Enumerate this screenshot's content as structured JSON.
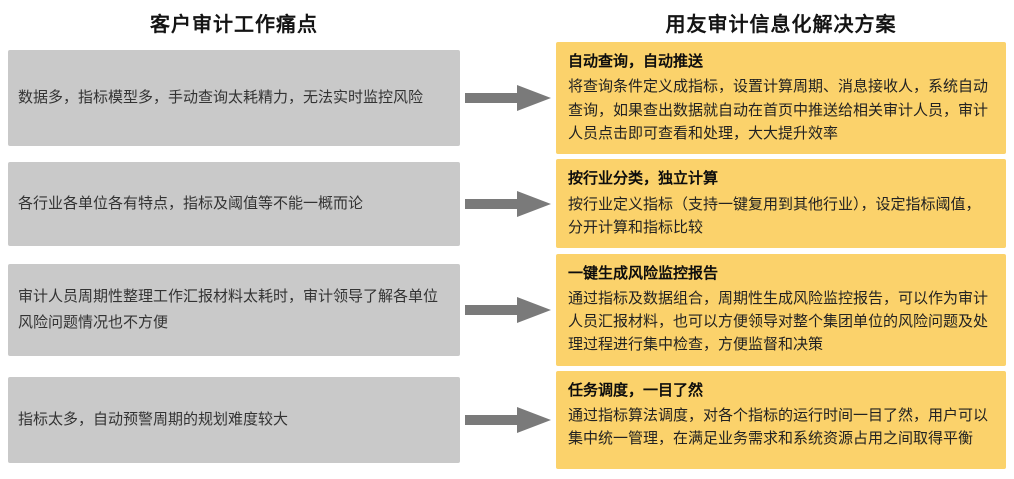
{
  "header": {
    "left_title": "客户审计工作痛点",
    "right_title": "用友审计信息化解决方案"
  },
  "colors": {
    "pain_box": "#c9c9c9",
    "solution_box": "#fbd26b",
    "arrow": "#7a7a7a"
  },
  "rows": [
    {
      "pain": "数据多，指标模型多，手动查询太耗精力，无法实时监控风险",
      "solution_title": "自动查询，自动推送",
      "solution_body": "将查询条件定义成指标，设置计算周期、消息接收人，系统自动查询，如果查出数据就自动在首页中推送给相关审计人员，审计人员点击即可查看和处理，大大提升效率"
    },
    {
      "pain": "各行业各单位各有特点，指标及阈值等不能一概而论",
      "solution_title": "按行业分类，独立计算",
      "solution_body": "按行业定义指标（支持一键复用到其他行业），设定指标阈值，分开计算和指标比较"
    },
    {
      "pain": "审计人员周期性整理工作汇报材料太耗时，审计领导了解各单位风险问题情况也不方便",
      "solution_title": "一键生成风险监控报告",
      "solution_body": "通过指标及数据组合，周期性生成风险监控报告，可以作为审计人员汇报材料，也可以方便领导对整个集团单位的风险问题及处理过程进行集中检查，方便监督和决策"
    },
    {
      "pain": "指标太多，自动预警周期的规划难度较大",
      "solution_title": "任务调度，一目了然",
      "solution_body": "通过指标算法调度，对各个指标的运行时间一目了然，用户可以集中统一管理，在满足业务需求和系统资源占用之间取得平衡"
    }
  ]
}
